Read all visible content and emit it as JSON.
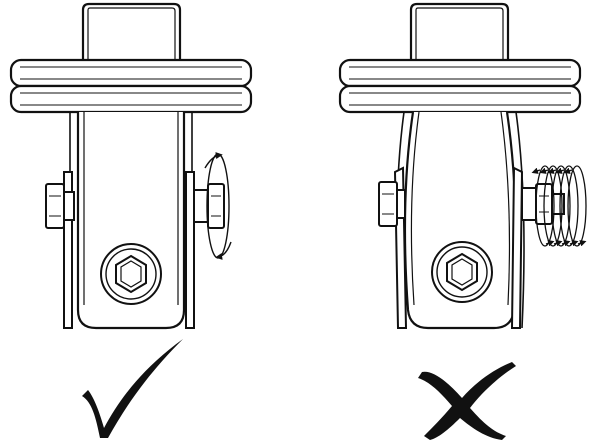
{
  "diagram": {
    "panels": [
      {
        "id": "correct",
        "verdict": "correct",
        "mark_icon": "check-mark-icon",
        "rotation_arrows": "single-loop",
        "arm_alignment": "parallel"
      },
      {
        "id": "incorrect",
        "verdict": "incorrect",
        "mark_icon": "cross-mark-icon",
        "rotation_arrows": "multi-turn-spiral",
        "arm_alignment": "splayed"
      }
    ],
    "colors": {
      "line": "#111111",
      "background": "#ffffff"
    }
  }
}
